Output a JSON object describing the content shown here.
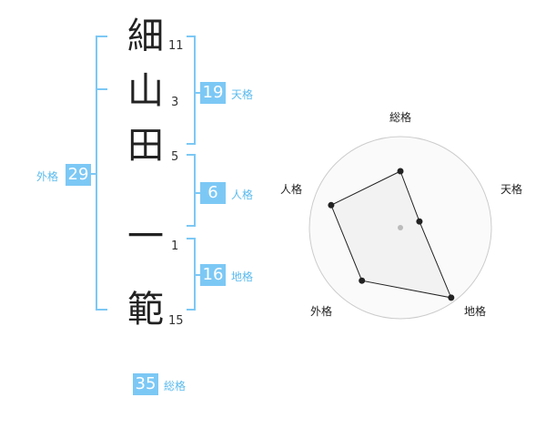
{
  "chars": [
    {
      "char": "細",
      "strokes": "11"
    },
    {
      "char": "山",
      "strokes": "3"
    },
    {
      "char": "田",
      "strokes": "5"
    },
    {
      "char": "一",
      "strokes": "1"
    },
    {
      "char": "範",
      "strokes": "15"
    }
  ],
  "kakusu": {
    "gaikaku": {
      "value": "29",
      "label": "外格"
    },
    "tenkaku": {
      "value": "19",
      "label": "天格"
    },
    "jinkaku": {
      "value": "6",
      "label": "人格"
    },
    "chikaku": {
      "value": "16",
      "label": "地格"
    },
    "soukaku": {
      "value": "35",
      "label": "総格"
    }
  },
  "chart_data": {
    "type": "radar",
    "axes": [
      "総格",
      "天格",
      "地格",
      "外格",
      "人格"
    ],
    "values": [
      0.62,
      0.22,
      0.95,
      0.72,
      0.8
    ],
    "rings": 4,
    "colors": {
      "line": "#222222",
      "fill": "#f0f0f0",
      "ring": "#cccccc",
      "bracket": "#7cc8f5"
    }
  }
}
